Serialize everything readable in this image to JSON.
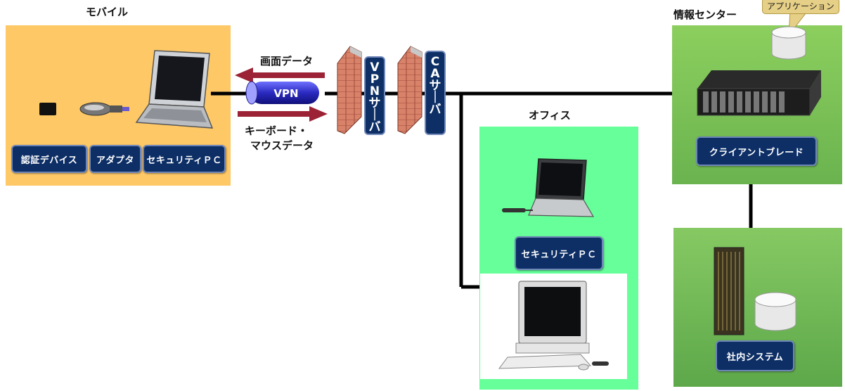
{
  "mobile": {
    "title": "モバイル",
    "labels": {
      "auth_device": "認証デバイス",
      "adapter": "アダプタ",
      "security_pc": "セキュリティＰＣ"
    }
  },
  "tunnel": {
    "vpn_label": "VPN",
    "screen_data": "画面データ",
    "input_data_line1": "キーボード・",
    "input_data_line2": "マウスデータ"
  },
  "servers": {
    "vpn_server": [
      "V",
      "P",
      "N",
      "サ",
      "｜",
      "バ"
    ],
    "ca_server": [
      "C",
      "A",
      "サ",
      "｜",
      "バ"
    ]
  },
  "office": {
    "title": "オフィス",
    "security_pc": "セキュリティＰＣ"
  },
  "datacenter": {
    "title": "情報センター",
    "application_callout": "アプリケーション",
    "client_blade": "クライアントブレード",
    "internal_system": "社内システム"
  },
  "colors": {
    "mobile_bg": "#fec866",
    "office_bg": "#66ff99",
    "center_bg": "#7dc75a",
    "label_bg": "#0d2f66",
    "arrow_red": "#9b2335",
    "vpn_blue": "#2a2ac0"
  }
}
